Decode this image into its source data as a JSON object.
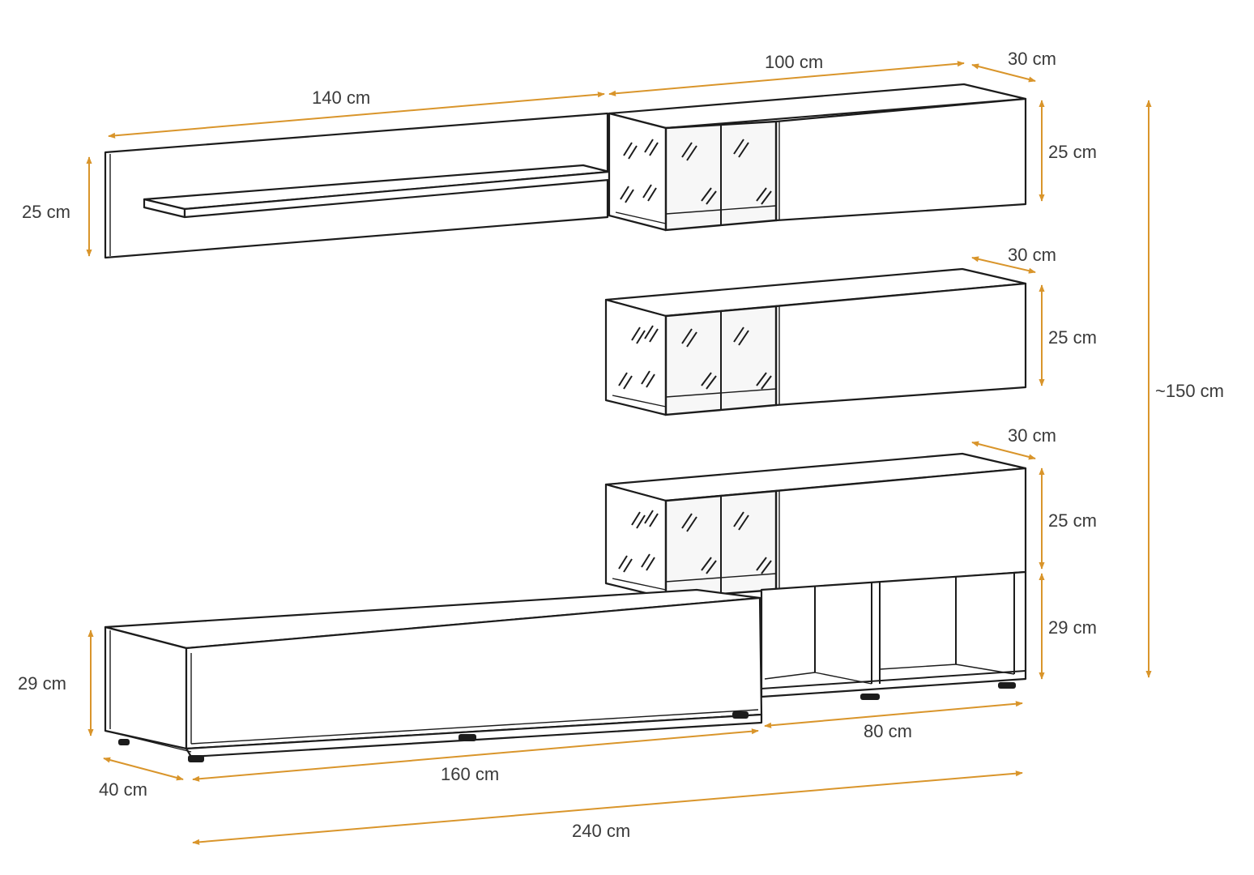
{
  "colors": {
    "dimension_line": "#d9952b",
    "outline": "#1c1c1c",
    "text": "#3a3a3a",
    "background": "#ffffff"
  },
  "dimensions": {
    "top_panel_width": "140 cm",
    "top_cabinet_width": "100 cm",
    "top_depth": "30 cm",
    "top_cabinet_height": "25 cm",
    "panel_height": "25 cm",
    "middle_depth": "30 cm",
    "middle_height": "25 cm",
    "lower_depth": "30 cm",
    "lower_height": "25 cm",
    "right_tv_height": "29 cm",
    "total_height": "~150 cm",
    "left_tv_height": "29 cm",
    "left_tv_depth": "40 cm",
    "left_tv_width": "160 cm",
    "right_tv_width": "80 cm",
    "total_width": "240 cm"
  }
}
